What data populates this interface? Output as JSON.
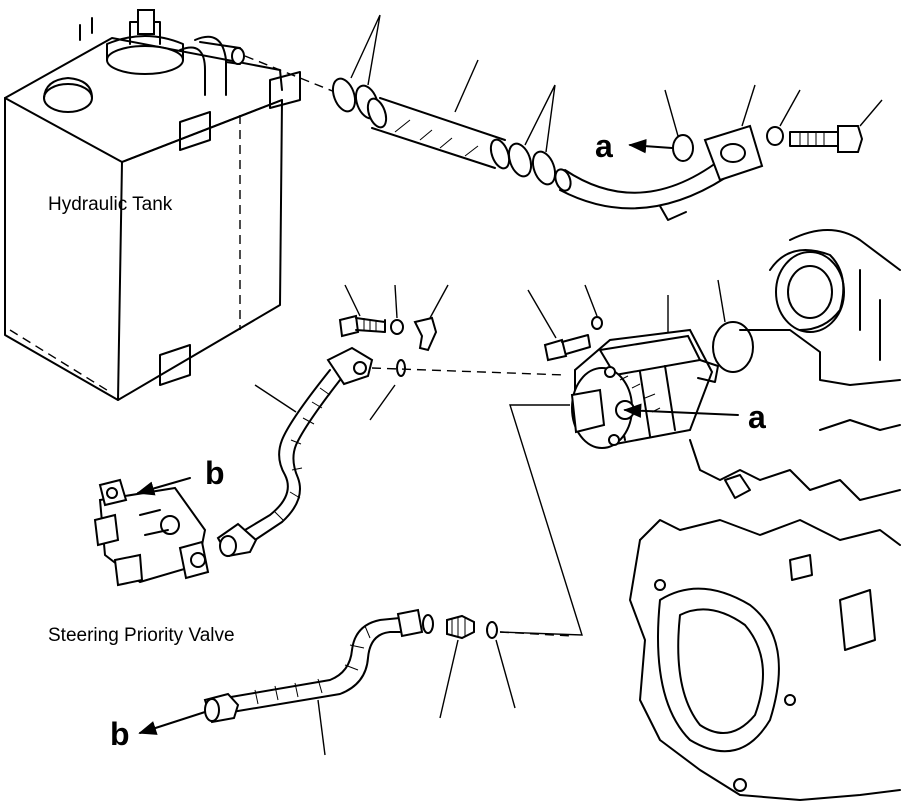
{
  "labels": {
    "hydraulic_tank": "Hydraulic Tank",
    "steering_priority_valve": "Steering Priority Valve"
  },
  "references": {
    "a_upper": "a",
    "a_pump": "a",
    "b_valve": "b",
    "b_hose": "b"
  }
}
